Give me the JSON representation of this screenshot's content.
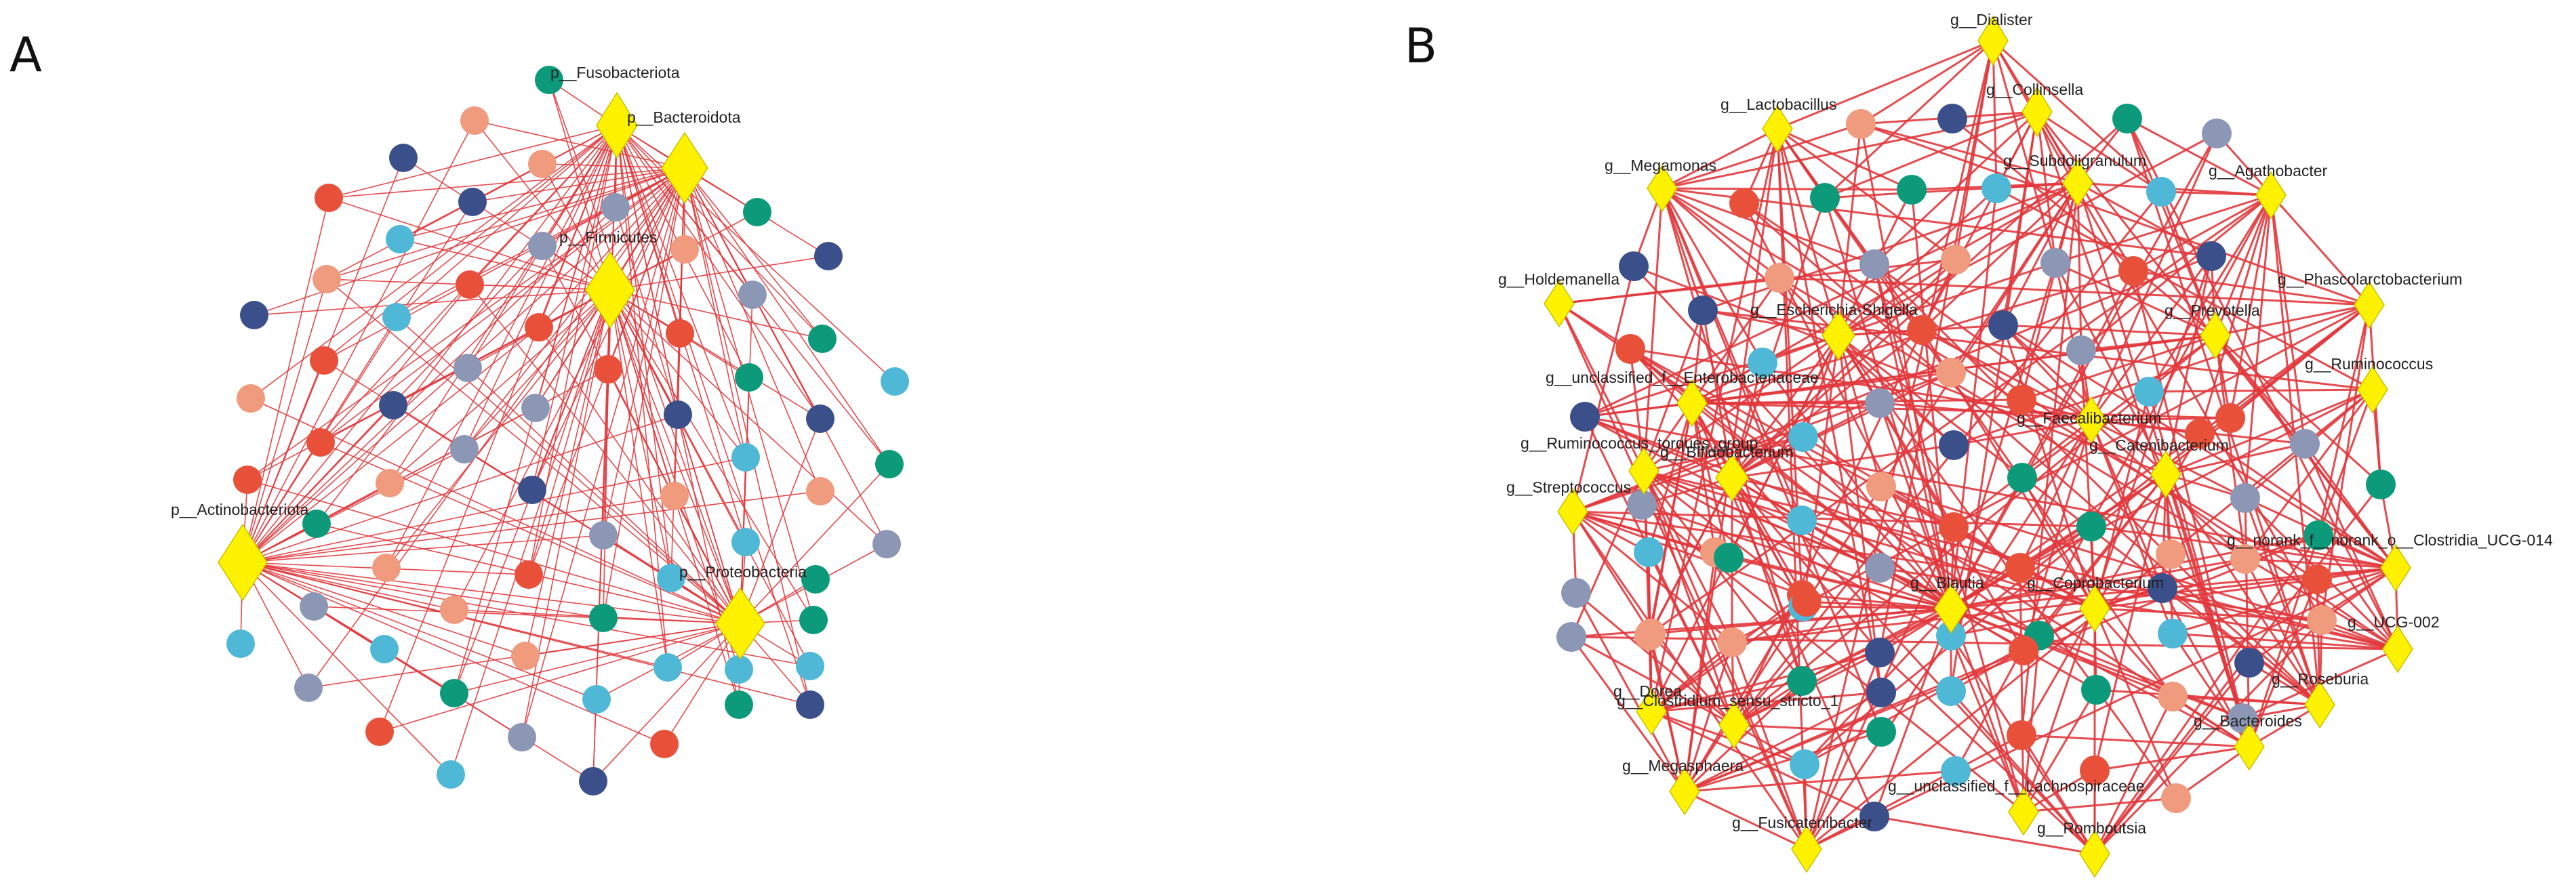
{
  "colors": {
    "edge": "#e2373c",
    "hub": "#fff200",
    "hub_stroke": "#c9c000",
    "node_palette": [
      "#e8503a",
      "#f09a7e",
      "#3b4f8a",
      "#0c9a7a",
      "#4fb8d6",
      "#8c96b5"
    ]
  },
  "node_shapes": {
    "hub": "diamond",
    "member": "circle"
  },
  "panels": [
    {
      "letter": "A",
      "hubs": [
        {
          "label": "p__Fusobacteriota"
        },
        {
          "label": "p__Bacteroidota"
        },
        {
          "label": "p__Firmicutes"
        },
        {
          "label": "p__Actinobacteriota"
        },
        {
          "label": "p__Proteobacteria"
        }
      ]
    },
    {
      "letter": "B",
      "hubs": [
        {
          "label": "g__Dialister"
        },
        {
          "label": "g__Collinsella"
        },
        {
          "label": "g__Lactobacillus"
        },
        {
          "label": "g__Megamonas"
        },
        {
          "label": "g__Subdoligranulum"
        },
        {
          "label": "g__Agathobacter"
        },
        {
          "label": "g__Holdemanella"
        },
        {
          "label": "g__Phascolarctobacterium"
        },
        {
          "label": "g__Escherichia-Shigella"
        },
        {
          "label": "g__Prevotella"
        },
        {
          "label": "g__Ruminococcus"
        },
        {
          "label": "g__unclassified_f__Enterobacteriaceae"
        },
        {
          "label": "g__Faecalibacterium"
        },
        {
          "label": "g__Ruminococcus_torques_group"
        },
        {
          "label": "g__Bifidobacterium"
        },
        {
          "label": "g__Catenibacterium"
        },
        {
          "label": "g__Streptococcus"
        },
        {
          "label": "g__norank_f__norank_o__Clostridia_UCG-014"
        },
        {
          "label": "g__Blautia"
        },
        {
          "label": "g__Coprobacterium"
        },
        {
          "label": "g__UCG-002"
        },
        {
          "label": "g__Dorea"
        },
        {
          "label": "g__Clostridium_sensu_stricto_1"
        },
        {
          "label": "g__Roseburia"
        },
        {
          "label": "g__Bacteroides"
        },
        {
          "label": "g__Megasphaera"
        },
        {
          "label": "g__unclassified_f__Lachnospiraceae"
        },
        {
          "label": "g__Fusicatenibacter"
        },
        {
          "label": "g__Romboutsia"
        }
      ]
    }
  ]
}
